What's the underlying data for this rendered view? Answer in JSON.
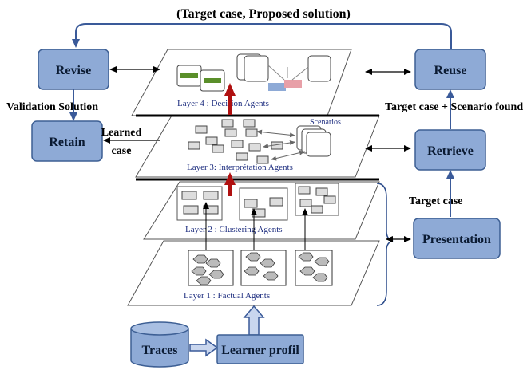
{
  "title": "(Target case, Proposed solution)",
  "boxes": {
    "revise": "Revise",
    "retain": "Retain",
    "reuse": "Reuse",
    "retrieve": "Retrieve",
    "presentation": "Presentation",
    "learner_profil": "Learner profil",
    "traces": "Traces"
  },
  "labels": {
    "validation_solution": "Validation Solution",
    "learned_case_line1": "Learned",
    "learned_case_line2": "case",
    "target_case_scenario": "Target case + Scenario found",
    "target_case": "Target case",
    "scenarios": "Scenarios"
  },
  "layers": {
    "layer4": "Layer 4 : Decision Agents",
    "layer3": "Layer 3: Interprétation  Agents",
    "layer2": "Layer 2 : Clustering Agents",
    "layer1": "Layer 1 : Factual Agents"
  },
  "colors": {
    "box_fill": "#8eaad6",
    "box_stroke": "#3d5f94",
    "arrow_blue": "#3a5a99",
    "red_arrow": "#b01010",
    "green_bar": "#5a8f2a",
    "pink_bar": "#e8a0a8",
    "blue_bar": "#8eaad6"
  }
}
